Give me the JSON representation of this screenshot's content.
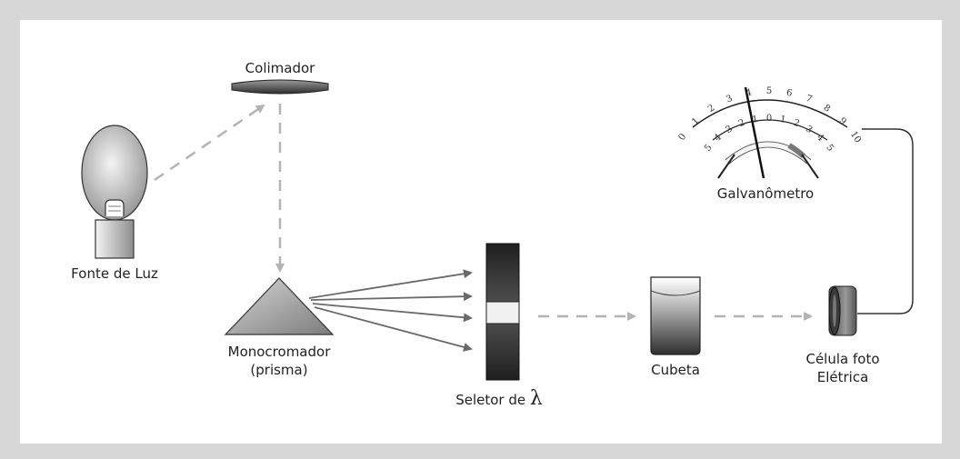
{
  "labels": {
    "colimador": "Colimador",
    "fonte": "Fonte de Luz",
    "mono1": "Monocromador",
    "mono2": "(prisma)",
    "seletor": "Seletor de ",
    "lambda": "λ",
    "cubeta": "Cubeta",
    "celula1": "Célula foto",
    "celula2": "Elétrica",
    "galv": "Galvanômetro"
  },
  "scale_top": [
    "0",
    "1",
    "2",
    "3",
    "4",
    "5",
    "6",
    "7",
    "8",
    "9",
    "10"
  ],
  "scale_bottom": [
    "5",
    "4",
    "3",
    "2",
    "1",
    "0",
    "1",
    "2",
    "3",
    "4",
    "5"
  ]
}
